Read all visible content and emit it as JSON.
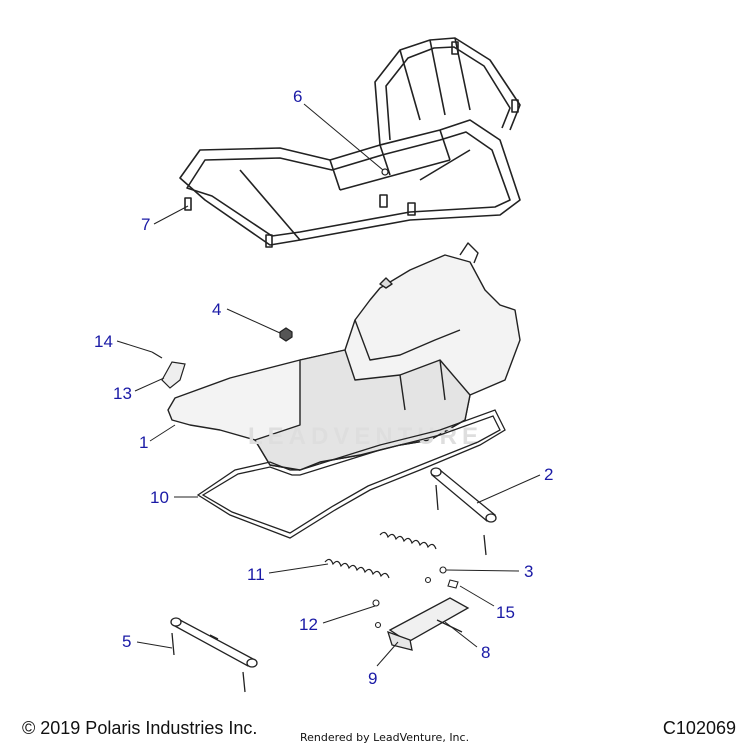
{
  "diagram": {
    "callouts": [
      {
        "id": "1",
        "label": "1"
      },
      {
        "id": "2",
        "label": "2"
      },
      {
        "id": "3",
        "label": "3"
      },
      {
        "id": "4",
        "label": "4"
      },
      {
        "id": "5",
        "label": "5"
      },
      {
        "id": "6",
        "label": "6"
      },
      {
        "id": "7",
        "label": "7"
      },
      {
        "id": "8",
        "label": "8"
      },
      {
        "id": "9",
        "label": "9"
      },
      {
        "id": "10",
        "label": "10"
      },
      {
        "id": "11",
        "label": "11"
      },
      {
        "id": "12",
        "label": "12"
      },
      {
        "id": "13",
        "label": "13"
      },
      {
        "id": "14",
        "label": "14"
      },
      {
        "id": "15",
        "label": "15"
      }
    ],
    "watermark": "LEADVENTURE"
  },
  "footer": {
    "copyright": "© 2019 Polaris Industries Inc.",
    "rendered_by": "Rendered by LeadVenture, Inc.",
    "diagram_code": "C102069"
  },
  "colors": {
    "callout": "#1a1aa6",
    "line": "#222222"
  }
}
